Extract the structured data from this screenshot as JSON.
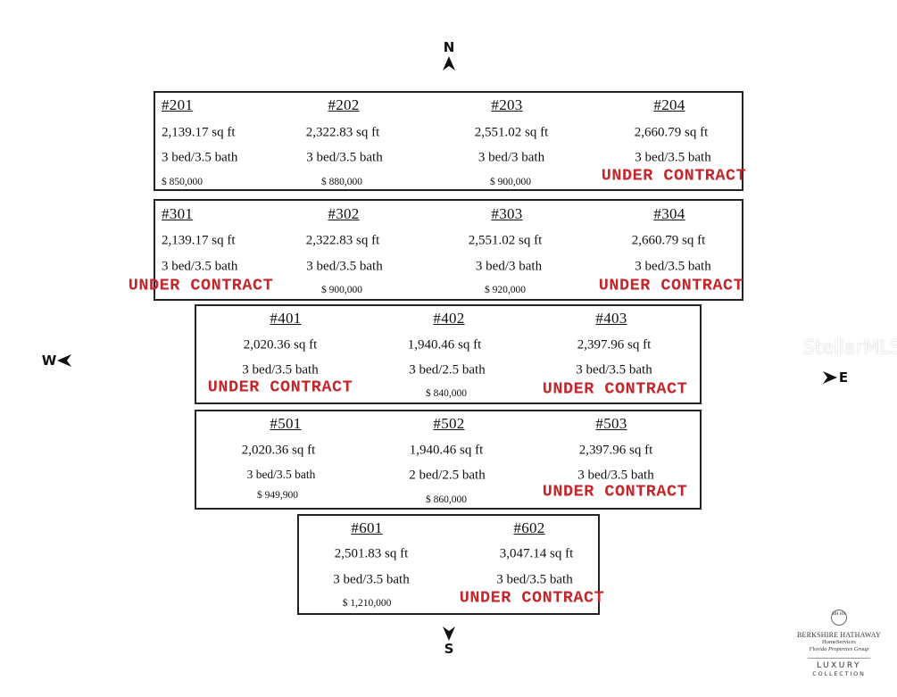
{
  "compass": {
    "north": "N",
    "south": "S",
    "west": "W",
    "east": "E"
  },
  "status_label": "UNDER CONTRACT",
  "status_color": "#c3262b",
  "units": {
    "u201": {
      "label": "#201",
      "sqft": "2,139.17 sq ft",
      "beds": "3 bed/3.5 bath",
      "price": "$ 850,000"
    },
    "u202": {
      "label": "#202",
      "sqft": "2,322.83 sq ft",
      "beds": "3 bed/3.5 bath",
      "price": "$ 880,000"
    },
    "u203": {
      "label": "#203",
      "sqft": "2,551.02 sq ft",
      "beds": "3 bed/3 bath",
      "price": "$ 900,000"
    },
    "u204": {
      "label": "#204",
      "sqft": "2,660.79 sq ft",
      "beds": "3 bed/3.5 bath",
      "status": "UNDER CONTRACT"
    },
    "u301": {
      "label": "#301",
      "sqft": "2,139.17 sq ft",
      "beds": "3 bed/3.5 bath",
      "status": "UNDER CONTRACT"
    },
    "u302": {
      "label": "#302",
      "sqft": "2,322.83 sq ft",
      "beds": "3 bed/3.5 bath",
      "price": "$ 900,000"
    },
    "u303": {
      "label": "#303",
      "sqft": "2,551.02 sq ft",
      "beds": "3 bed/3 bath",
      "price": "$ 920,000"
    },
    "u304": {
      "label": "#304",
      "sqft": "2,660.79 sq ft",
      "beds": "3 bed/3.5 bath",
      "status": "UNDER CONTRACT"
    },
    "u401": {
      "label": "#401",
      "sqft": "2,020.36 sq ft",
      "beds": "3 bed/3.5 bath",
      "status": "UNDER CONTRACT"
    },
    "u402": {
      "label": "#402",
      "sqft": "1,940.46 sq ft",
      "beds": "3 bed/2.5 bath",
      "price": "$ 840,000"
    },
    "u403": {
      "label": "#403",
      "sqft": "2,397.96 sq ft",
      "beds": "3 bed/3.5 bath",
      "status": "UNDER CONTRACT"
    },
    "u501": {
      "label": "#501",
      "sqft": "2,020.36 sq ft",
      "beds": "3 bed/3.5 bath",
      "price": "$ 949,900"
    },
    "u502": {
      "label": "#502",
      "sqft": "1,940.46 sq ft",
      "beds": "2 bed/2.5 bath",
      "price": "$ 860,000"
    },
    "u503": {
      "label": "#503",
      "sqft": "2,397.96 sq ft",
      "beds": "3 bed/3.5 bath",
      "status": "UNDER CONTRACT"
    },
    "u601": {
      "label": "#601",
      "sqft": "2,501.83 sq ft",
      "beds": "3 bed/3.5 bath",
      "price": "$ 1,210,000"
    },
    "u602": {
      "label": "#602",
      "sqft": "3,047.14 sq ft",
      "beds": "3 bed/3.5 bath",
      "status": "UNDER CONTRACT"
    }
  },
  "watermark": "StellarMLS",
  "branding": {
    "monogram": "BH HS",
    "name": "BERKSHIRE HATHAWAY",
    "sub": "HomeServices",
    "office": "Florida Properties Group",
    "luxury": "LUXURY",
    "collection": "COLLECTION"
  }
}
